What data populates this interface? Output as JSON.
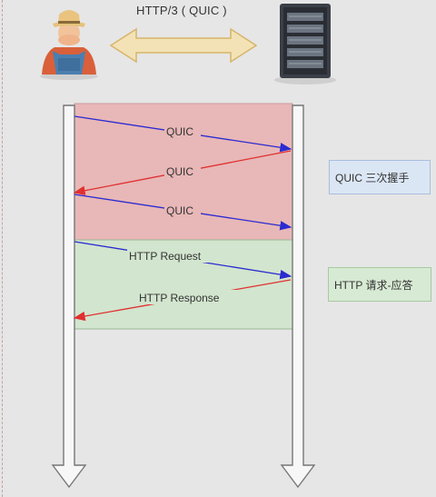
{
  "header": {
    "title": "HTTP/3 ( QUIC )"
  },
  "flows": {
    "handshake": [
      "QUIC",
      "QUIC",
      "QUIC"
    ],
    "request": "HTTP Request",
    "response": "HTTP Response"
  },
  "legend": {
    "handshake": "QUIC 三次握手",
    "reqresp": "HTTP 请求-应答"
  },
  "colors": {
    "handshake_region": "#e8b7b7",
    "reqresp_region": "#d2e5ce",
    "client_to_server_arrow": "#2b2bd0",
    "server_to_client_arrow": "#e03030"
  },
  "icons": {
    "client": "farmer-person-icon",
    "server": "server-tower-icon",
    "connection": "double-arrow-icon"
  }
}
